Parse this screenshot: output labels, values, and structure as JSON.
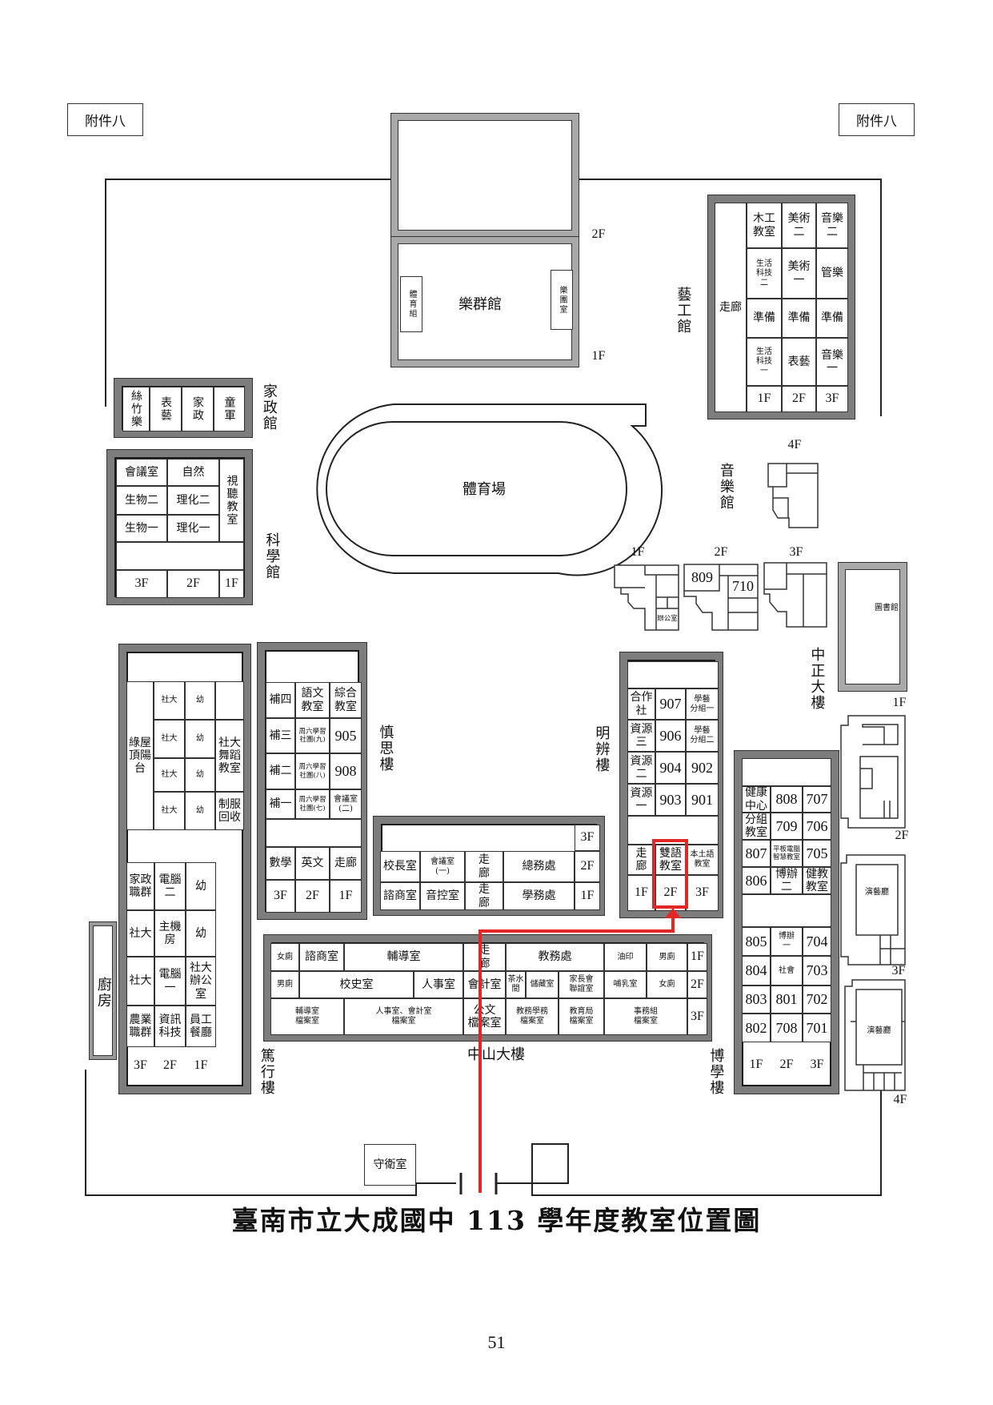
{
  "attachment_label": "附件八",
  "title": "臺南市立大成國中 113 學年度教室位置圖",
  "page_number": "51",
  "highlight_color": "#e32626",
  "buildings": {
    "lequn": {
      "name": "樂群館",
      "rooms": [
        "體育組",
        "樂團室"
      ],
      "floors": [
        "2F",
        "1F"
      ]
    },
    "jiazheng": {
      "name": "家政館",
      "rooms": [
        "絲竹樂",
        "表藝",
        "家政",
        "童軍"
      ]
    },
    "kexue": {
      "name": "科學館",
      "rooms": [
        "會議室",
        "自然",
        "視聽教室",
        "生物二",
        "理化二",
        "生物一",
        "理化一"
      ],
      "floors": [
        "3F",
        "2F",
        "1F"
      ]
    },
    "stadium": {
      "name": "體育場"
    },
    "yigong": {
      "name": "藝工館",
      "corridor": "走廊",
      "rooms": [
        "木工\n教室",
        "美術\n二",
        "音樂\n二",
        "生活\n科技\n二",
        "美術\n一",
        "管樂",
        "準備",
        "準備",
        "準備",
        "生活\n科技\n一",
        "表藝",
        "音樂\n一"
      ],
      "floors": [
        "1F",
        "2F",
        "3F"
      ]
    },
    "yinyue": {
      "name": "音樂館",
      "floors": [
        "1F",
        "2F",
        "3F",
        "4F"
      ],
      "rooms": [
        "辦公室",
        "809",
        "710"
      ]
    },
    "library": {
      "name": "圖書館"
    },
    "zhongzheng": {
      "name": "中正大樓",
      "floors": [
        "1F",
        "2F",
        "3F",
        "4F"
      ],
      "halls": [
        "演藝廳",
        "演藝廳"
      ]
    },
    "duxing": {
      "name": "篤行樓",
      "balcony": "綠屋\n頂陽\n台",
      "upper_rooms": [
        "社大",
        "社大",
        "社大",
        "社大",
        "幼",
        "幼",
        "幼",
        "幼",
        "社大\n舞蹈\n教室",
        "制服\n回收"
      ],
      "lower_rooms": [
        "家政\n職群",
        "電腦\n二",
        "幼",
        "社大",
        "主機\n房",
        "幼",
        "社大",
        "電腦\n一",
        "社大\n辦公室",
        "農業\n職群",
        "資訊\n科技",
        "員工\n餐廳"
      ],
      "floors": [
        "3F",
        "2F",
        "1F"
      ]
    },
    "shensi": {
      "name": "慎思樓",
      "rooms": [
        "補四",
        "語文\n教室",
        "綜合\n教室",
        "補三",
        "周六學習\n社團(九)",
        "905",
        "補二",
        "周六學習\n社團(八)",
        "908",
        "補一",
        "周六學習\n社團(七)",
        "會議室\n(二)",
        "數學",
        "英文",
        "走廊"
      ],
      "floors": [
        "3F",
        "2F",
        "1F"
      ]
    },
    "admin": {
      "rooms": [
        "校長室",
        "會議室\n(一)",
        "走\n廊",
        "總務處",
        "諮商室",
        "音控室",
        "走\n廊",
        "學務處"
      ],
      "floors": [
        "3F",
        "2F",
        "1F"
      ]
    },
    "mingbian": {
      "name": "明辨樓",
      "rooms": [
        "合作\n社",
        "907",
        "學藝\n分組一",
        "資源\n三",
        "906",
        "學藝\n分組二",
        "資源\n二",
        "904",
        "902",
        "資源\n一",
        "903",
        "901",
        "走\n廊",
        "雙語\n教室",
        "本土語\n教室"
      ],
      "floors": [
        "1F",
        "2F",
        "3F"
      ]
    },
    "boxue": {
      "name": "博學樓",
      "rooms": [
        "健康\n中心",
        "808",
        "707",
        "分組\n教室",
        "709",
        "706",
        "807",
        "平板電腦\n智慧教室",
        "705",
        "806",
        "博辦\n二",
        "健教\n教室",
        "805",
        "博辦\n一",
        "704",
        "804",
        "社會",
        "703",
        "803",
        "801",
        "702",
        "802",
        "708",
        "701"
      ],
      "floors": [
        "1F",
        "2F",
        "3F"
      ]
    },
    "zhongshan": {
      "name": "中山大樓",
      "f1": [
        "女廁",
        "諮商室",
        "輔導室",
        "走\n廊",
        "教務處",
        "油印",
        "男廁"
      ],
      "f2": [
        "男廁",
        "校史室",
        "人事室",
        "會計室",
        "茶水\n間",
        "儲藏室",
        "家長會\n聯誼室",
        "哺乳室",
        "女廁"
      ],
      "f3": [
        "輔導室\n檔案室",
        "人事室、會計室\n檔案室",
        "公文\n檔案室",
        "教務學務\n檔案室",
        "教育局\n檔案室",
        "事務組\n檔案室"
      ],
      "floors": [
        "1F",
        "2F",
        "3F"
      ]
    },
    "kitchen": {
      "name": "廚房"
    },
    "guard": {
      "name": "守衛室"
    }
  }
}
